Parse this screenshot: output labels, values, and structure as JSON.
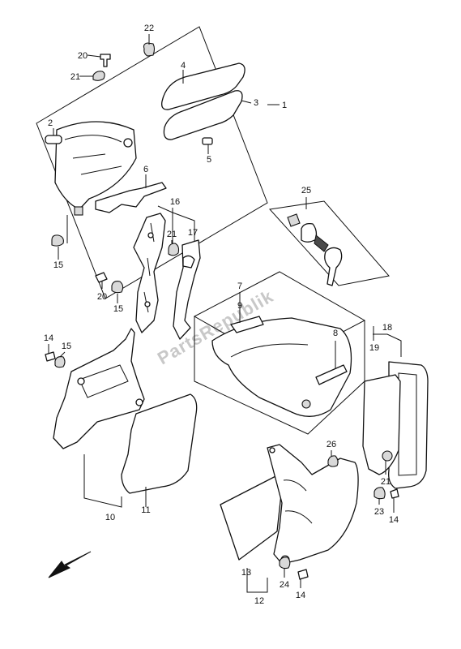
{
  "watermark": "PartsRepublik",
  "callouts": [
    "1",
    "2",
    "3",
    "4",
    "5",
    "6",
    "7",
    "8",
    "9",
    "10",
    "11",
    "12",
    "13",
    "14",
    "14",
    "14",
    "15",
    "15",
    "15",
    "15",
    "16",
    "17",
    "18",
    "19",
    "20",
    "20",
    "21",
    "21",
    "21",
    "22",
    "23",
    "24",
    "25",
    "26"
  ],
  "colors": {
    "line": "#111111",
    "shade": "#d9d9d9",
    "watermark": "#c8c8c8"
  },
  "icons": {
    "direction": "front-arrow-icon"
  }
}
